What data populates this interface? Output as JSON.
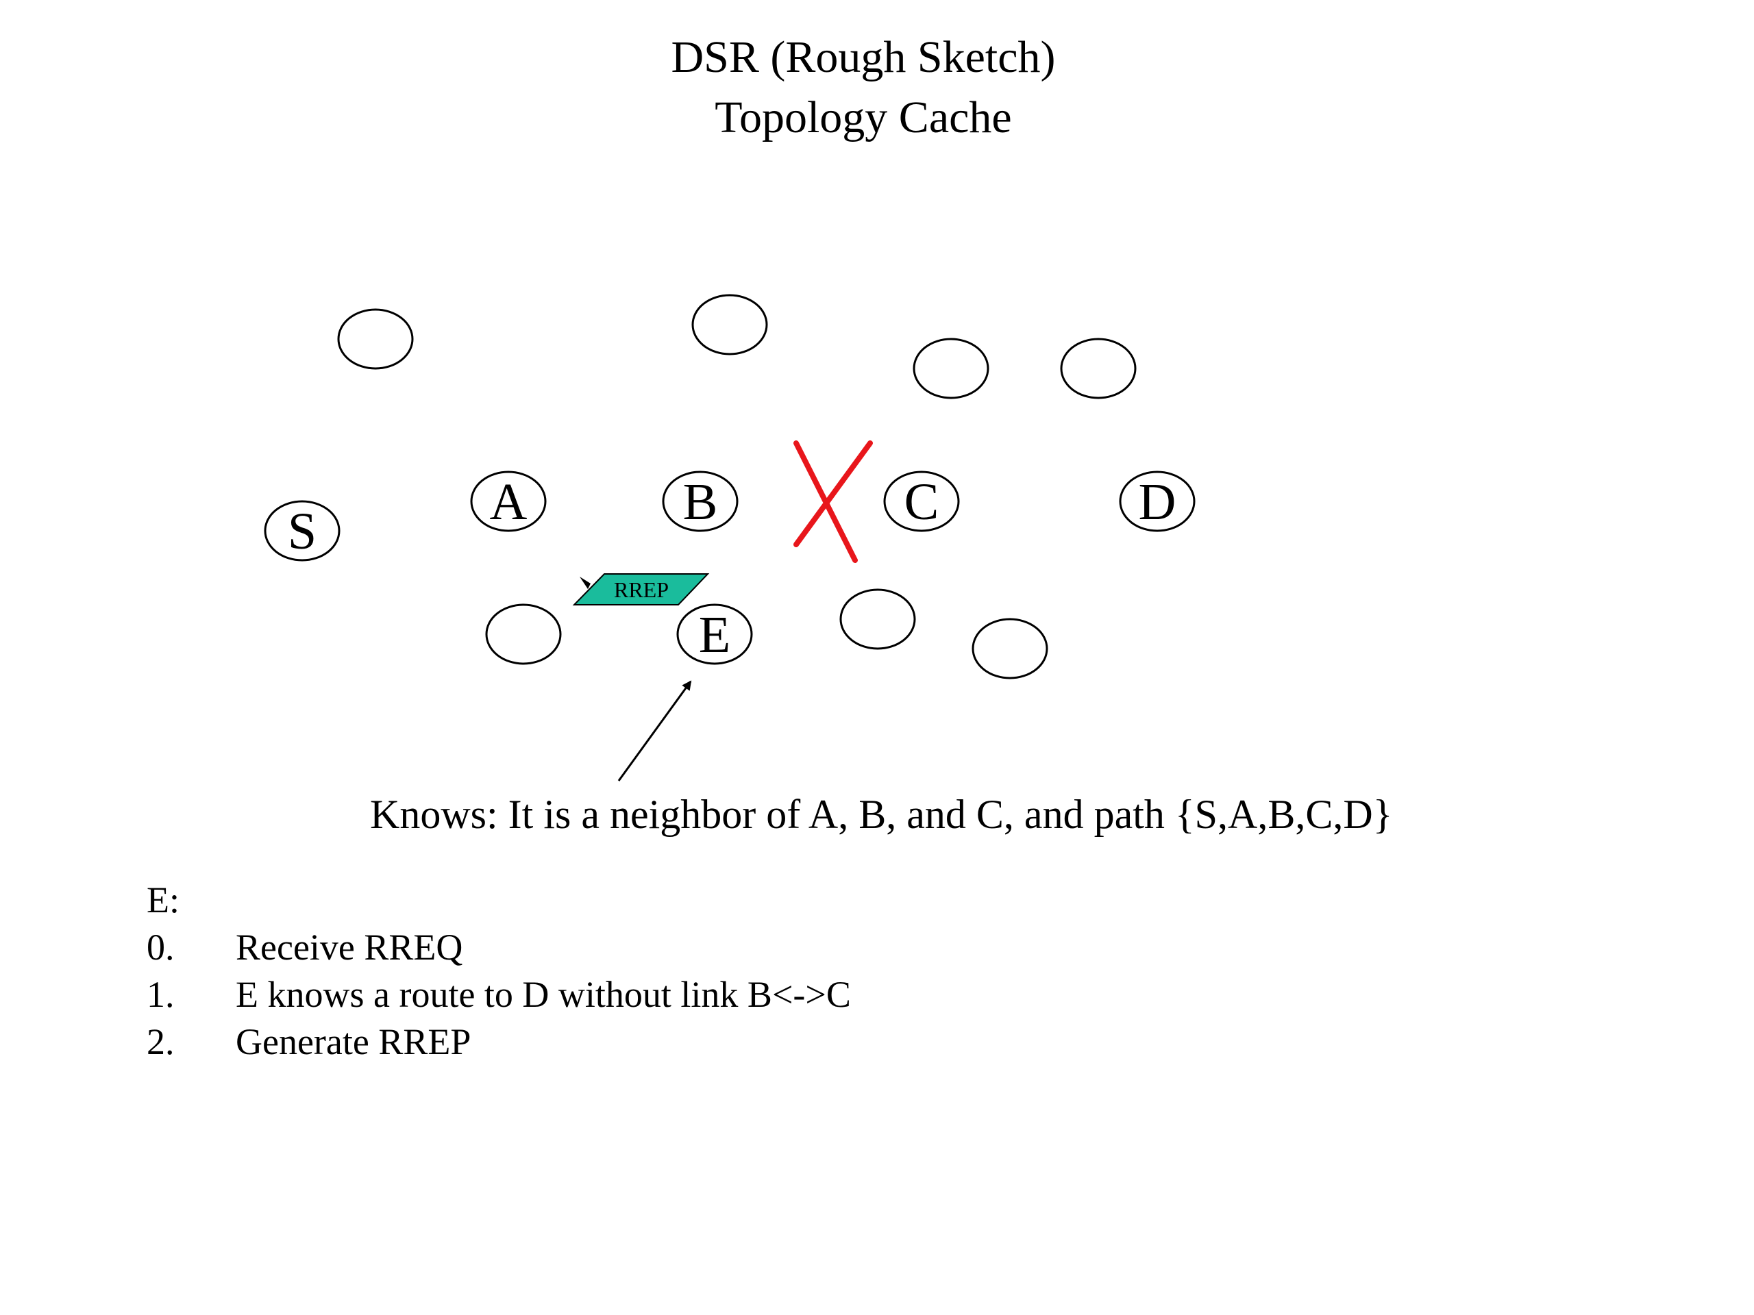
{
  "title": {
    "line1": "DSR (Rough Sketch)",
    "line2": "Topology Cache"
  },
  "nodes": {
    "S": "S",
    "A": "A",
    "B": "B",
    "C": "C",
    "D": "D",
    "E": "E"
  },
  "packet": {
    "label": "RREP",
    "color": "#1abc9c"
  },
  "broken_link": {
    "between": "B<->C",
    "color": "#e8161b"
  },
  "annotation": "Knows: It is a neighbor of A, B, and C, and path {S,A,B,C,D}",
  "steps": {
    "header": "E:",
    "items": [
      {
        "num": "0.",
        "text": "Receive RREQ"
      },
      {
        "num": "1.",
        "text": "E knows a route to D without link B<->C"
      },
      {
        "num": "2.",
        "text": "Generate RREP"
      }
    ]
  }
}
